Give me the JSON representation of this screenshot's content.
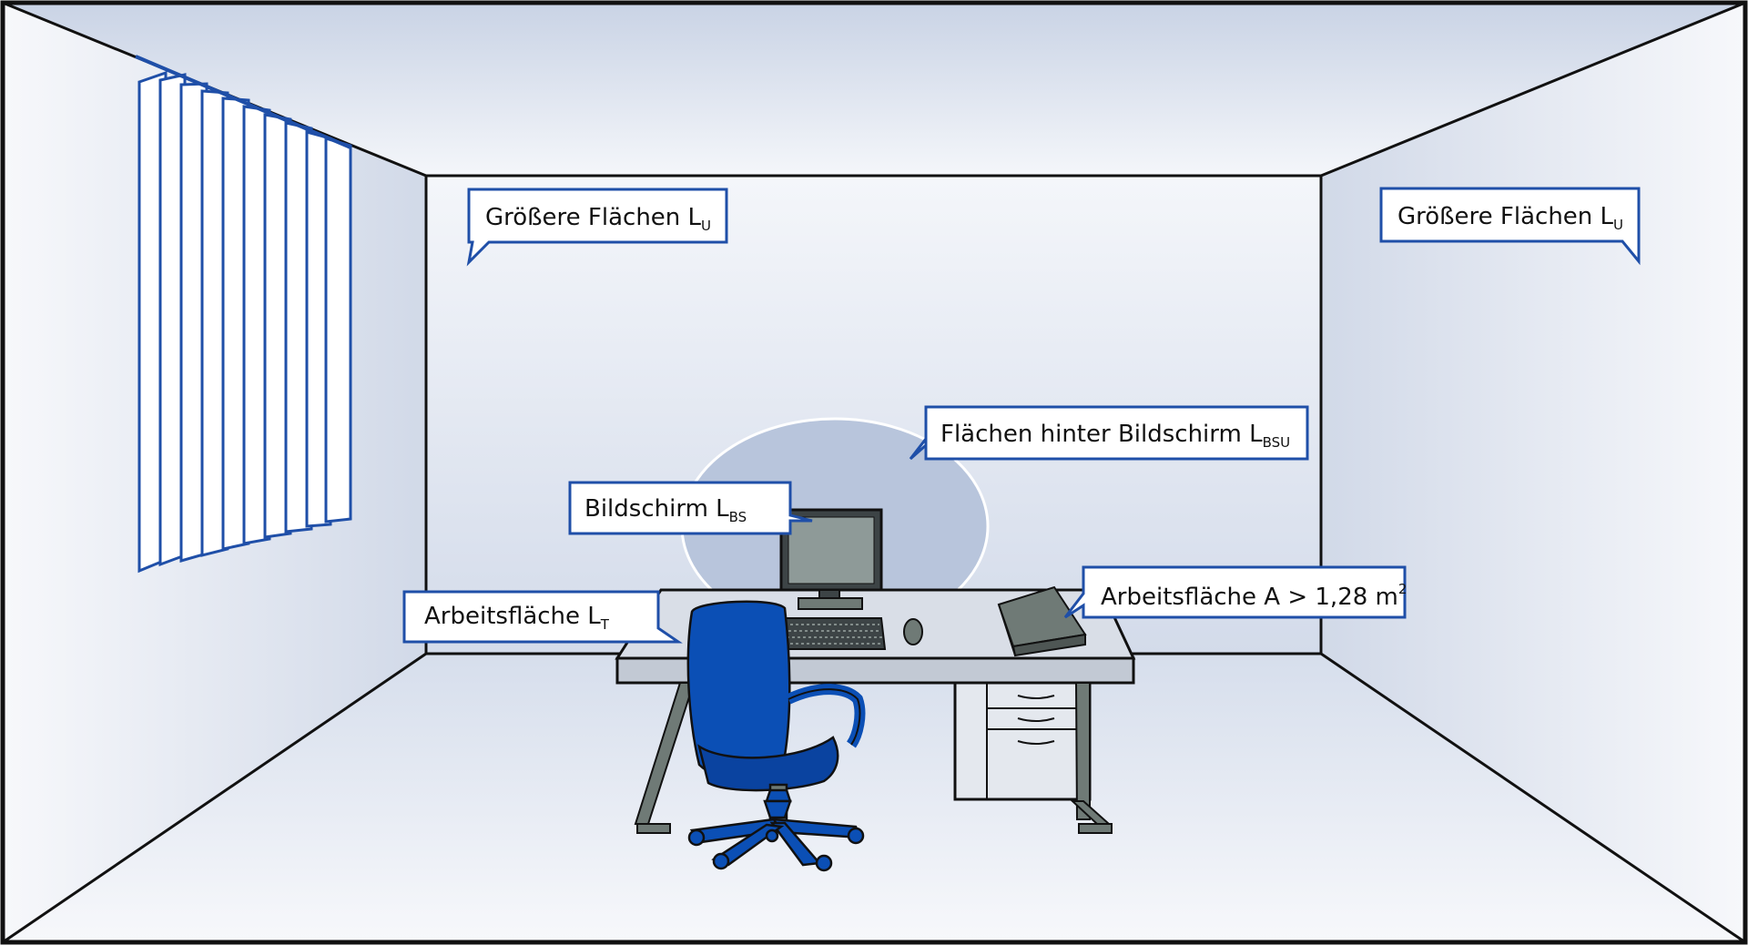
{
  "labels": {
    "upper_left": {
      "main": "Größere Flächen L",
      "sub": "U"
    },
    "upper_right": {
      "main": "Größere Flächen L",
      "sub": "U"
    },
    "behind_screen": {
      "main": "Flächen hinter Bildschirm L",
      "sub": "BSU"
    },
    "screen": {
      "main": "Bildschirm L",
      "sub": "BS"
    },
    "work_surface_lt": {
      "main": "Arbeitsfläche L",
      "sub": "T"
    },
    "work_area": {
      "main": "Arbeitsfläche A > 1,28 m",
      "sup": "2"
    }
  },
  "colors": {
    "frame": "#111111",
    "callout_border": "#1f4fa8",
    "chair": "#0b4fb5",
    "desk_top": "#d6dbe4",
    "desk_leg": "#6f7a76",
    "wall_light": "#f6f8fb",
    "wall_shade": "#c8d2e4"
  }
}
